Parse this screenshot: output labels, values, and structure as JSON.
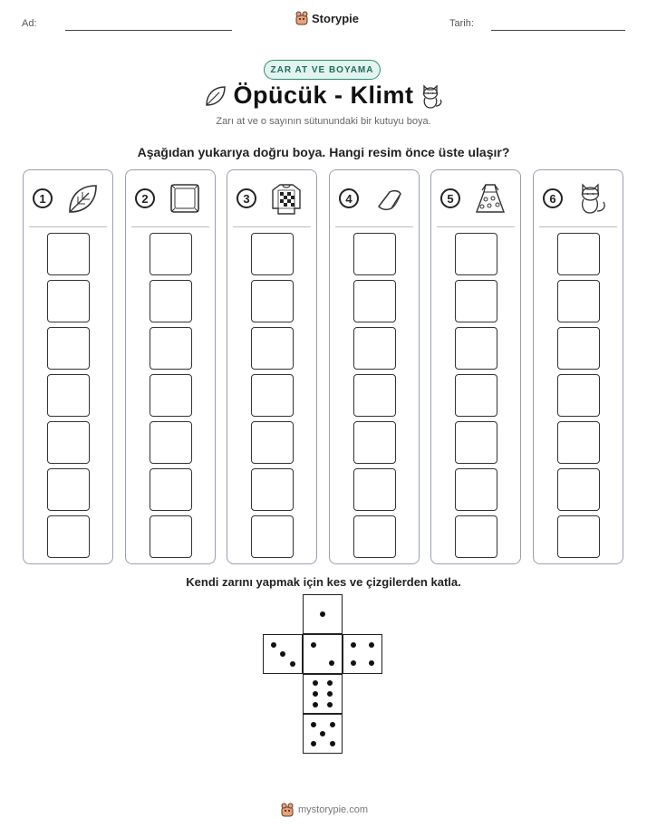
{
  "header": {
    "name_label": "Ad:",
    "date_label": "Tarih:",
    "brand": "Storypie"
  },
  "badge": "ZAR AT VE BOYAMA",
  "title": "Öpücük - Klimt",
  "subtitle": "Zarı at ve o sayının sütunundaki bir kutuyu boya.",
  "instruction": "Aşağıdan yukarıya doğru boya. Hangi resim önce üste ulaşır?",
  "columns": [
    {
      "number": "1",
      "icon": "leaf-icon",
      "cells": 7
    },
    {
      "number": "2",
      "icon": "pillow-icon",
      "cells": 7
    },
    {
      "number": "3",
      "icon": "sweater-icon",
      "cells": 7
    },
    {
      "number": "4",
      "icon": "folded-cloth-icon",
      "cells": 7
    },
    {
      "number": "5",
      "icon": "dress-icon",
      "cells": 7
    },
    {
      "number": "6",
      "icon": "cat-icon",
      "cells": 7
    }
  ],
  "dice_instruction": "Kendi zarını yapmak için kes ve çizgilerden katla.",
  "dice_faces": [
    1,
    3,
    2,
    4,
    6,
    5
  ],
  "footer": "mystorypie.com"
}
